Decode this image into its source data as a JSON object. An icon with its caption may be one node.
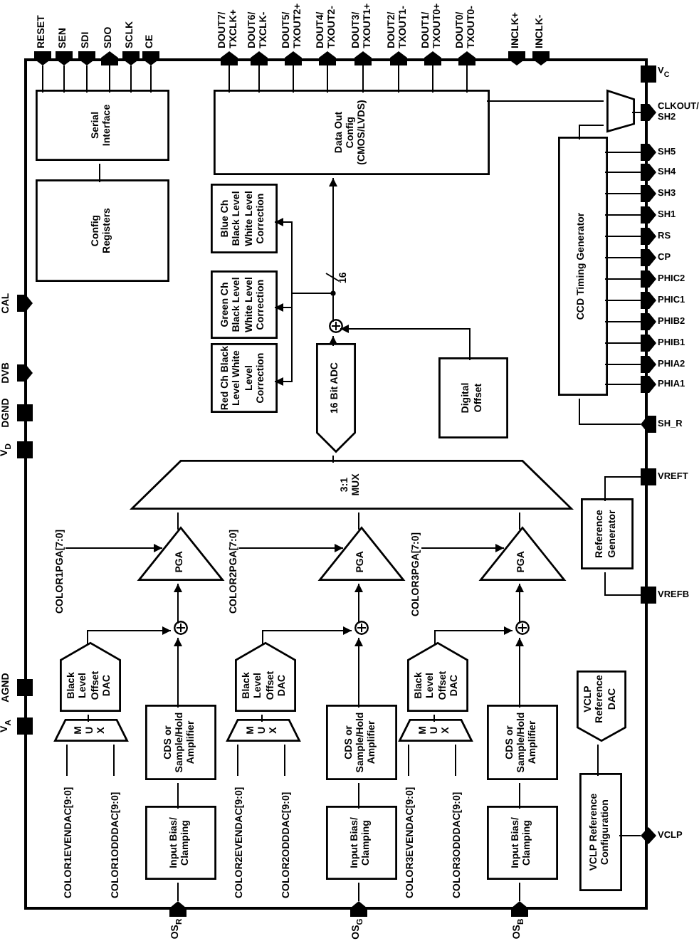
{
  "diagram": {
    "nodes": [
      {
        "text": [],
        "shape": "box"
      },
      {
        "text": [
          "Serial Interface"
        ],
        "in": 0
      },
      {
        "text": [
          "Config Registers"
        ],
        "in": 0
      },
      {
        "text": [
          "Data Out Config (CMOS/LVDS)"
        ],
        "in": 0
      },
      {
        "text": [
          "Blue Ch Black Level White Level Correction"
        ],
        "in": 0
      },
      {
        "text": [
          "Green Ch Black Level White Level Correction"
        ],
        "in": 0
      },
      {
        "text": [
          "Red Ch Black Level White Level Correction"
        ],
        "in": 0
      },
      {
        "text": [
          "16 Bit ADC"
        ],
        "in": 0
      },
      {
        "text": [],
        "shape": "circle",
        "in": 0
      },
      {
        "text": [
          "Digital Offset"
        ],
        "in": 0
      },
      {
        "text": [],
        "shape": "trapezium",
        "in": 0
      },
      {
        "text": [
          "CCD Timing Generator"
        ],
        "in": 0
      },
      {
        "text": [
          "3:1 MUX"
        ],
        "in": 0
      },
      {
        "text": [
          "Reference Generator"
        ],
        "in": 0
      },
      {
        "text": [
          "PGA"
        ],
        "in": 0
      },
      {
        "text": [
          "PGA"
        ],
        "in": 0
      },
      {
        "text": [
          "PGA"
        ],
        "in": 0
      },
      {
        "text": [],
        "shape": "circle",
        "in": 0
      },
      {
        "text": [],
        "shape": "circle",
        "in": 0
      },
      {
        "text": [],
        "shape": "circle",
        "in": 0
      },
      {
        "text": [
          "Black Level Offset DAC"
        ],
        "in": 0
      },
      {
        "text": [
          "Black Level Offset DAC"
        ],
        "in": 0
      },
      {
        "text": [
          "Black Level Offset DAC"
        ],
        "in": 0
      },
      {
        "text": [
          "M U X"
        ],
        "in": 0
      },
      {
        "text": [
          "M U X"
        ],
        "in": 0
      },
      {
        "text": [
          "M U X"
        ],
        "in": 0
      },
      {
        "text": [
          "CDS or Sample/Hold Amplifier"
        ],
        "in": 0
      },
      {
        "text": [
          "CDS or Sample/Hold Amplifier"
        ],
        "in": 0
      },
      {
        "text": [
          "CDS or Sample/Hold Amplifier"
        ],
        "in": 0
      },
      {
        "text": [
          "VCLP Reference DAC"
        ],
        "in": 0
      },
      {
        "text": [
          "Input Bias/ Clamping"
        ],
        "in": 0
      },
      {
        "text": [
          "Input Bias/ Clamping"
        ],
        "in": 0
      },
      {
        "text": [
          "Input Bias/ Clamping"
        ],
        "in": 0
      },
      {
        "text": [
          "VCLP Reference Configuration"
        ],
        "in": 0
      },
      {
        "text": [
          "RESET"
        ]
      },
      {
        "text": [
          "SEN"
        ]
      },
      {
        "text": [
          "SDI"
        ]
      },
      {
        "text": [
          "SDO"
        ]
      },
      {
        "text": [
          "SCLK"
        ]
      },
      {
        "text": [
          "CE"
        ]
      },
      {
        "text": [
          "DOUT7/ TXCLK+"
        ]
      },
      {
        "text": [
          "DOUT6/ TXCLK-"
        ]
      },
      {
        "text": [
          "DOUT5/ TXOUT2+"
        ]
      },
      {
        "text": [
          "DOUT4/ TXOUT2-"
        ]
      },
      {
        "text": [
          "DOUT3/ TXOUT1+"
        ]
      },
      {
        "text": [
          "DOUT2/ TXOUT1-"
        ]
      },
      {
        "text": [
          "DOUT1/ TXOUT0+"
        ]
      },
      {
        "text": [
          "DOUT0/ TXOUT0-"
        ]
      },
      {
        "text": [
          "INCLK+"
        ]
      },
      {
        "text": [
          "INCLK-"
        ]
      },
      {
        "text": [
          "V$_{C}$"
        ]
      },
      {
        "text": [
          "CLKOUT/ SH2"
        ]
      },
      {
        "text": [
          "SH5"
        ]
      },
      {
        "text": [
          "SH4"
        ]
      },
      {
        "text": [
          "SH3"
        ]
      },
      {
        "text": [
          "SH1"
        ]
      },
      {
        "text": [
          "RS"
        ]
      },
      {
        "text": [
          "CP"
        ]
      },
      {
        "text": [
          "PHIC2"
        ]
      },
      {
        "text": [
          "PHIC1"
        ]
      },
      {
        "text": [
          "PHIB2"
        ]
      },
      {
        "text": [
          "PHIB1"
        ]
      },
      {
        "text": [
          "PHIA2"
        ]
      },
      {
        "text": [
          "PHIA1"
        ]
      },
      {
        "text": [
          "SH_R"
        ]
      },
      {
        "text": [
          "VREFT"
        ]
      },
      {
        "text": [
          "VREFB"
        ]
      },
      {
        "text": [
          "VCLP"
        ]
      },
      {
        "text": [
          "CAL"
        ]
      },
      {
        "text": [
          "V$_{D}$"
        ]
      },
      {
        "text": [
          "DGND"
        ]
      },
      {
        "text": [
          "DVB"
        ]
      },
      {
        "text": [
          "V$_{A}$"
        ]
      },
      {
        "text": [
          "AGND"
        ]
      },
      {
        "text": [
          "OS$_{R}$"
        ]
      },
      {
        "text": [
          "OS$_{G}$"
        ]
      },
      {
        "text": [
          "OS$_{B}$"
        ]
      },
      {
        "text": [
          "COLOR1PGA[7:0]"
        ],
        "in": 0
      },
      {
        "text": [
          "COLOR2PGA[7:0]"
        ],
        "in": 0
      },
      {
        "text": [
          "COLOR3PGA[7:0]"
        ],
        "in": 0
      },
      {
        "text": [
          "COLOR1EVENDAC[9:0]"
        ],
        "in": 0
      },
      {
        "text": [
          "COLOR1ODDDAC[9:0]"
        ],
        "in": 0
      },
      {
        "text": [
          "COLOR2EVENDAC[9:0]"
        ],
        "in": 0
      },
      {
        "text": [
          "COLOR2ODDDAC[9:0]"
        ],
        "in": 0
      },
      {
        "text": [
          "COLOR3EVENDAC[9:0]"
        ],
        "in": 0
      },
      {
        "text": [
          "COLOR3ODDDAC[9:0]"
        ],
        "in": 0
      }
    ],
    "edges": [
      {
        "from": 34,
        "to": 1,
        "arrow": "none"
      },
      {
        "from": 35,
        "to": 1,
        "arrow": "none"
      },
      {
        "from": 36,
        "to": 1,
        "arrow": "none"
      },
      {
        "from": 37,
        "to": 1,
        "arrow": "none"
      },
      {
        "from": 38,
        "to": 1,
        "arrow": "none"
      },
      {
        "from": 39,
        "to": 1,
        "arrow": "none"
      },
      {
        "from": 1,
        "to": 2,
        "arrow": "none"
      },
      {
        "from": 3,
        "to": 40,
        "arrow": "none"
      },
      {
        "from": 3,
        "to": 41,
        "arrow": "none"
      },
      {
        "from": 3,
        "to": 42,
        "arrow": "none"
      },
      {
        "from": 3,
        "to": 43,
        "arrow": "none"
      },
      {
        "from": 3,
        "to": 44,
        "arrow": "none"
      },
      {
        "from": 3,
        "to": 45,
        "arrow": "none"
      },
      {
        "from": 3,
        "to": 46,
        "arrow": "none"
      },
      {
        "from": 3,
        "to": 47,
        "arrow": "none"
      },
      {
        "from": 3,
        "to": 10,
        "arrow": "none"
      },
      {
        "from": 11,
        "to": 10,
        "arrow": "none"
      },
      {
        "from": 10,
        "to": 51,
        "arrow": "none"
      },
      {
        "from": 11,
        "to": 52,
        "arrow": "none"
      },
      {
        "from": 11,
        "to": 53,
        "arrow": "none"
      },
      {
        "from": 11,
        "to": 54,
        "arrow": "none"
      },
      {
        "from": 11,
        "to": 55,
        "arrow": "none"
      },
      {
        "from": 11,
        "to": 56,
        "arrow": "none"
      },
      {
        "from": 11,
        "to": 57,
        "arrow": "none"
      },
      {
        "from": 11,
        "to": 58,
        "arrow": "none"
      },
      {
        "from": 11,
        "to": 59,
        "arrow": "none"
      },
      {
        "from": 11,
        "to": 60,
        "arrow": "none"
      },
      {
        "from": 11,
        "to": 61,
        "arrow": "none"
      },
      {
        "from": 11,
        "to": 62,
        "arrow": "none"
      },
      {
        "from": 11,
        "to": 63,
        "arrow": "none"
      },
      {
        "from": 64,
        "to": 11,
        "arrow": "none"
      },
      {
        "from": 7,
        "to": 8,
        "arrow": "to"
      },
      {
        "from": 9,
        "to": 8,
        "arrow": "to"
      },
      {
        "from": 8,
        "to": 3,
        "arrow": "to",
        "label": "16"
      },
      {
        "from": 8,
        "to": 4,
        "arrow": "to"
      },
      {
        "from": 8,
        "to": 5,
        "arrow": "to"
      },
      {
        "from": 8,
        "to": 6,
        "arrow": "to"
      },
      {
        "from": 12,
        "to": 7,
        "arrow": "none"
      },
      {
        "from": 13,
        "to": 65,
        "arrow": "none"
      },
      {
        "from": 13,
        "to": 66,
        "arrow": "none"
      },
      {
        "from": 14,
        "to": 12,
        "arrow": "none"
      },
      {
        "from": 15,
        "to": 12,
        "arrow": "none"
      },
      {
        "from": 16,
        "to": 12,
        "arrow": "none"
      },
      {
        "from": 77,
        "to": 14,
        "arrow": "to"
      },
      {
        "from": 78,
        "to": 15,
        "arrow": "to"
      },
      {
        "from": 79,
        "to": 16,
        "arrow": "to"
      },
      {
        "from": 17,
        "to": 14,
        "arrow": "to"
      },
      {
        "from": 18,
        "to": 15,
        "arrow": "to"
      },
      {
        "from": 19,
        "to": 16,
        "arrow": "to"
      },
      {
        "from": 20,
        "to": 17,
        "arrow": "to"
      },
      {
        "from": 21,
        "to": 18,
        "arrow": "to"
      },
      {
        "from": 22,
        "to": 19,
        "arrow": "to"
      },
      {
        "from": 26,
        "to": 17,
        "arrow": "to"
      },
      {
        "from": 27,
        "to": 18,
        "arrow": "to"
      },
      {
        "from": 28,
        "to": 19,
        "arrow": "to"
      },
      {
        "from": 23,
        "to": 20,
        "arrow": "none"
      },
      {
        "from": 24,
        "to": 21,
        "arrow": "none"
      },
      {
        "from": 25,
        "to": 22,
        "arrow": "none"
      },
      {
        "from": 80,
        "to": 23,
        "arrow": "none"
      },
      {
        "from": 81,
        "to": 23,
        "arrow": "none"
      },
      {
        "from": 82,
        "to": 24,
        "arrow": "none"
      },
      {
        "from": 83,
        "to": 24,
        "arrow": "none"
      },
      {
        "from": 84,
        "to": 25,
        "arrow": "none"
      },
      {
        "from": 85,
        "to": 25,
        "arrow": "none"
      },
      {
        "from": 30,
        "to": 26,
        "arrow": "none"
      },
      {
        "from": 31,
        "to": 27,
        "arrow": "none"
      },
      {
        "from": 32,
        "to": 28,
        "arrow": "none"
      },
      {
        "from": 74,
        "to": 30,
        "arrow": "none"
      },
      {
        "from": 75,
        "to": 31,
        "arrow": "none"
      },
      {
        "from": 76,
        "to": 32,
        "arrow": "none"
      },
      {
        "from": 29,
        "to": 33,
        "arrow": "none"
      },
      {
        "from": 33,
        "to": 67,
        "arrow": "none"
      }
    ]
  }
}
